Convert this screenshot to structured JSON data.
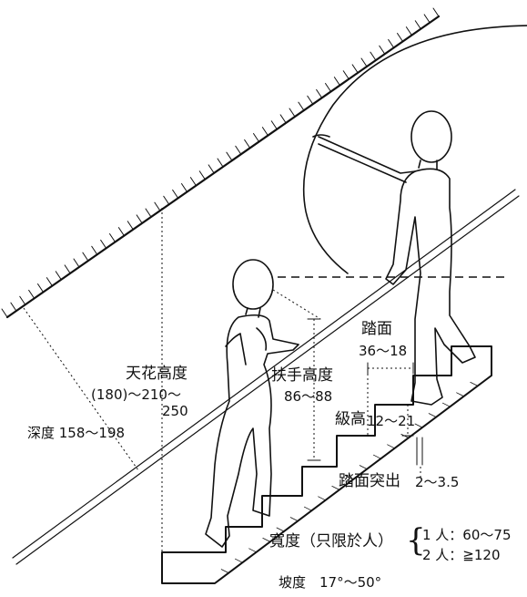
{
  "labels": {
    "ceiling_height": "天花高度",
    "ceiling_height_value_1": "(180)～210～",
    "ceiling_height_value_2": "250",
    "depth": "深度 158～198",
    "tread": "踏面",
    "tread_value": "36～18",
    "handrail_height": "扶手高度",
    "handrail_height_value": "86～88",
    "riser": "級高",
    "riser_value": "12～21",
    "nosing": "踏面突出",
    "nosing_value": "2～3.5",
    "width": "寬度（只限於人）",
    "width_one_person": "1 人：60～75",
    "width_two_persons": "2 人：≧120",
    "slope": "坡度　17°～50°"
  }
}
